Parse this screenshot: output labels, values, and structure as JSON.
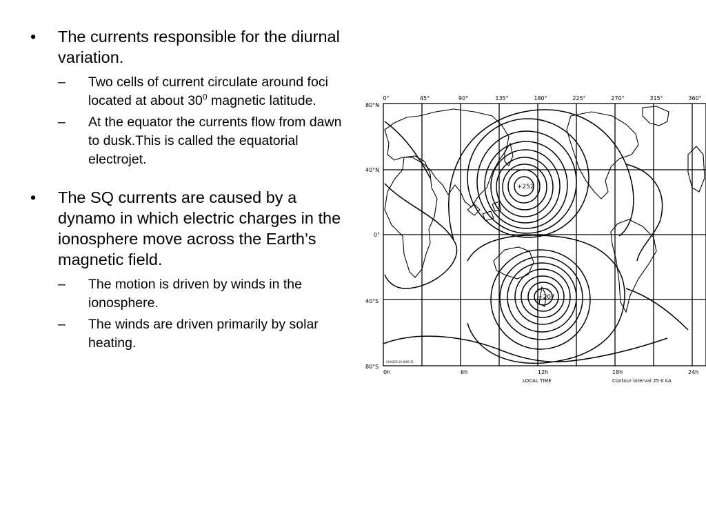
{
  "bullets": [
    {
      "text": "The currents responsible for the diurnal variation.",
      "subs": [
        {
          "text": "Two cells of current circulate around foci located at about 30",
          "sup": "0",
          "after": " magnetic latitude."
        },
        {
          "text": "At the equator the currents flow from dawn to dusk.This is called the equatorial electrojet."
        }
      ]
    },
    {
      "text": "The SQ currents are caused by a dynamo in which electric charges in the ionosphere move across the Earth’s magnetic field.",
      "subs": [
        {
          "text": "The motion is driven by winds in the ionosphere."
        },
        {
          "text": "The winds are driven primarily by solar heating."
        }
      ]
    }
  ],
  "marks": {
    "bullet": "•",
    "dash": "–"
  },
  "figure": {
    "longitude_labels": [
      "0°",
      "45°",
      "90°",
      "135°",
      "180°",
      "225°",
      "270°",
      "315°",
      "360°"
    ],
    "latitude_labels": [
      "80°N",
      "40°N",
      "0°",
      "40°S",
      "80°S"
    ],
    "time_labels": [
      "0h",
      "6h",
      "12h",
      "18h",
      "24h"
    ],
    "xlabel": "LOCAL TIME",
    "contour_interval": "Contour interval 25·0 kA",
    "north_focus_value": "+252",
    "south_focus_value": "−207",
    "stamp": "CHASED SA 8/80-11"
  }
}
